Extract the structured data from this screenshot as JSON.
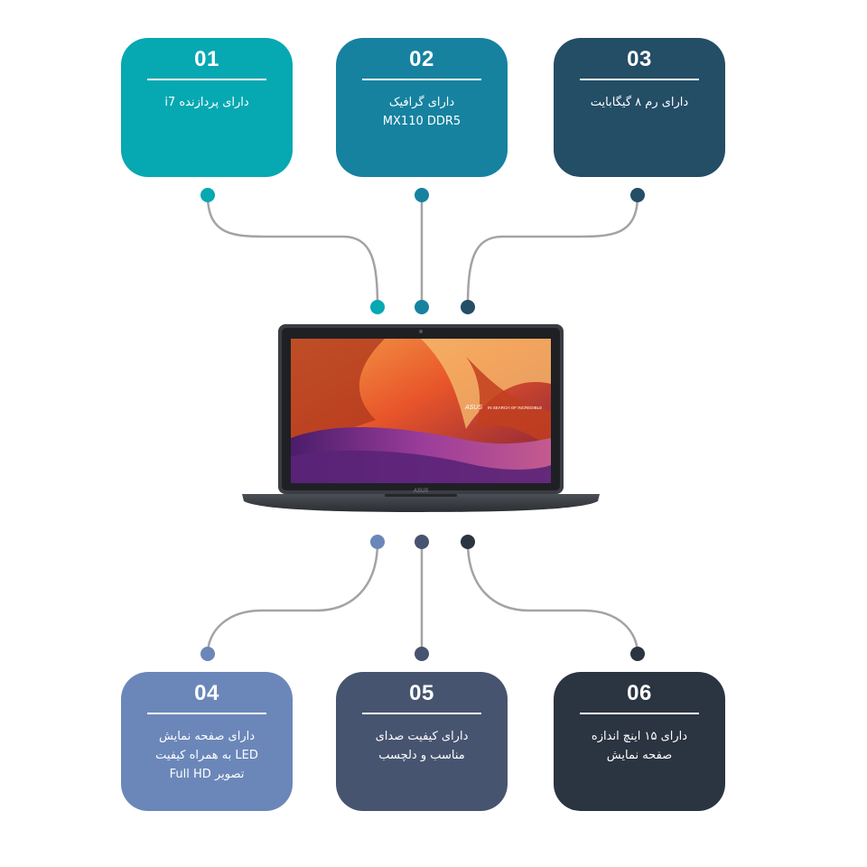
{
  "colors": {
    "card1": "#06a8b2",
    "card2": "#1682a0",
    "card3": "#244d66",
    "card4": "#6b87b9",
    "card5": "#47546f",
    "card6": "#2b3441",
    "connector": "#a3a3a3"
  },
  "features": [
    {
      "number": "01",
      "lines": [
        "دارای پردازنده i7"
      ]
    },
    {
      "number": "02",
      "lines": [
        "دارای گرافیک",
        "MX110 DDR5"
      ]
    },
    {
      "number": "03",
      "lines": [
        "دارای رم ۸ گیگابایت"
      ]
    },
    {
      "number": "04",
      "lines": [
        "دارای صفحه نمایش",
        "LED به همراه کیفیت",
        "تصویر Full HD"
      ]
    },
    {
      "number": "05",
      "lines": [
        "دارای کیفیت صدای",
        "مناسب و دلچسب"
      ]
    },
    {
      "number": "06",
      "lines": [
        "دارای ۱۵ اینچ اندازه",
        "صفحه نمایش"
      ]
    }
  ],
  "laptop": {
    "brand": "ASUS",
    "slogan": "IN SEARCH OF INCREDIBLE"
  }
}
